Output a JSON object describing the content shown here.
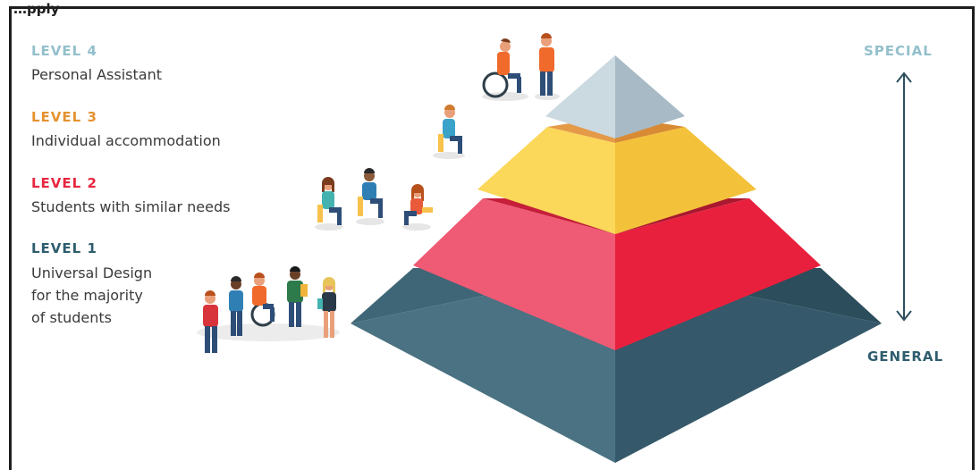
{
  "top_clip_text": "…pply",
  "levels": [
    {
      "heading": "LEVEL 4",
      "description": "Personal Assistant",
      "color": "#93c0cc"
    },
    {
      "heading": "LEVEL 3",
      "description": "Individual accommodation",
      "color": "#e59230"
    },
    {
      "heading": "LEVEL 2",
      "description": "Students with similar needs",
      "color": "#e8263f"
    },
    {
      "heading": "LEVEL 1",
      "description_lines": [
        "Universal Design",
        "for the majority",
        "of students"
      ],
      "color": "#2e5d6e"
    }
  ],
  "axis": {
    "top_label": "SPECIAL",
    "bottom_label": "GENERAL",
    "top_color": "#93c0cc",
    "bottom_color": "#2e5d6e",
    "arrow_icon": "double-headed-arrow-icon"
  },
  "pyramid_colors": {
    "level4": [
      "#c9d7de",
      "#a9bcc6"
    ],
    "level3": [
      "#fbd75a",
      "#f4c23a",
      "#d99840"
    ],
    "level2": [
      "#ef5a74",
      "#e8203e",
      "#b51c36"
    ],
    "level1": [
      "#4a7282",
      "#35596a",
      "#2a4a58"
    ]
  }
}
